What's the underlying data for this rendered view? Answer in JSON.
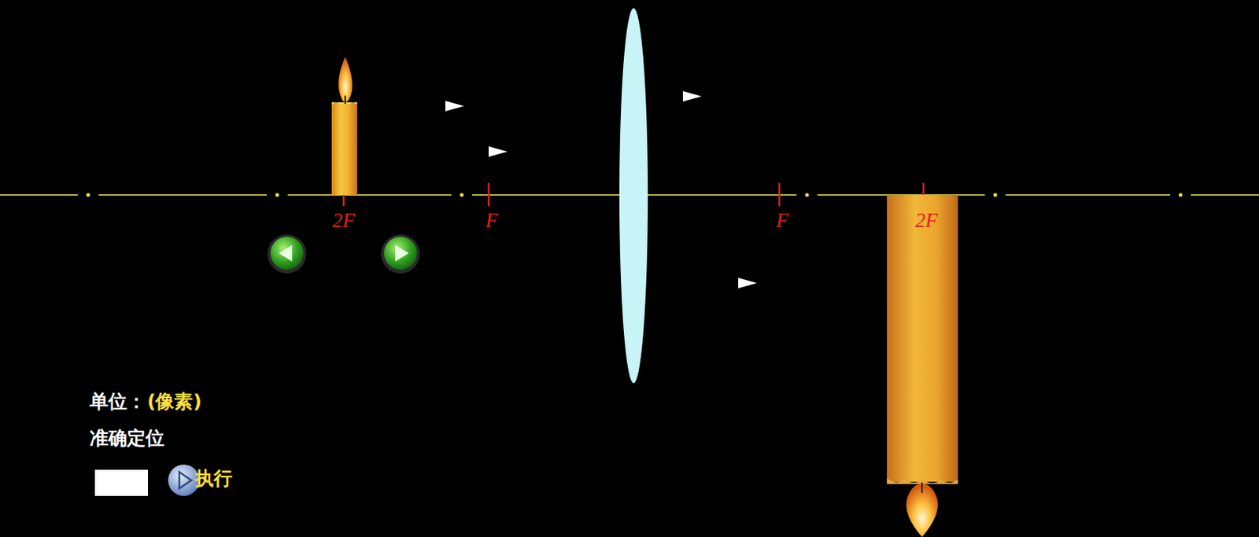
{
  "diagram": {
    "labels": [
      "2F",
      "F",
      "F",
      "2F",
      "单位：",
      "(像素)",
      "准确定位",
      "执行"
    ]
  }
}
